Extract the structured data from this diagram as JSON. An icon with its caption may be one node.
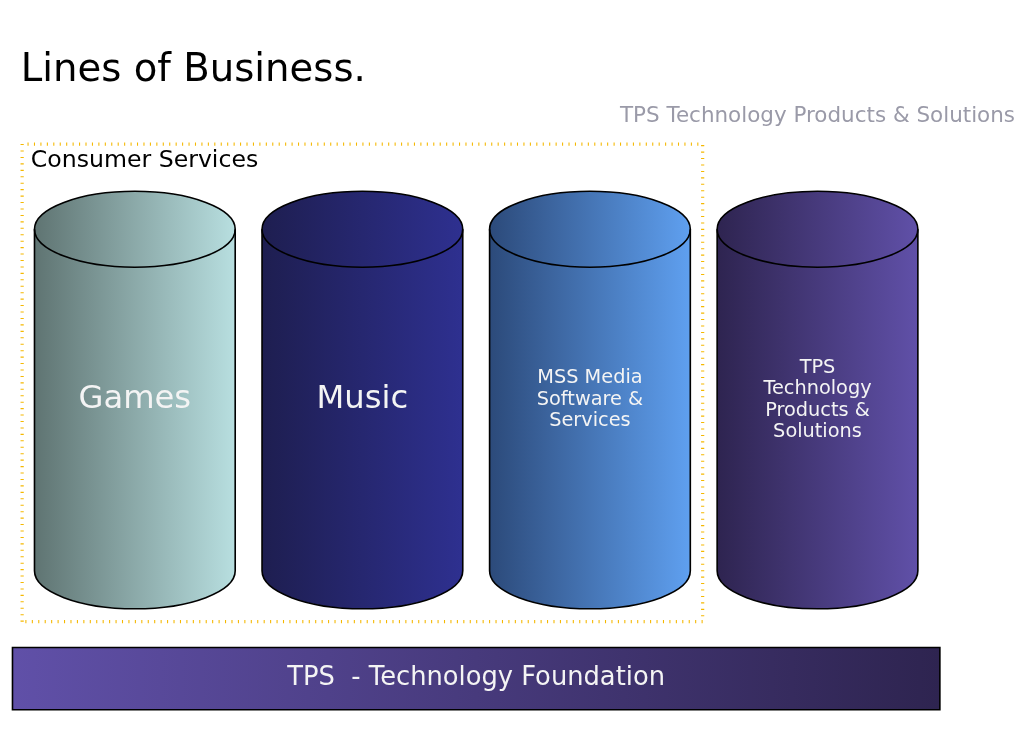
{
  "diagram": {
    "title": "Lines of Business.",
    "nodes": [
      {
        "text": [
          "Consumer Services"
        ]
      },
      {
        "text": [
          "Games"
        ],
        "in": 0
      },
      {
        "text": [
          "Music"
        ],
        "in": 0
      },
      {
        "text": [
          "MSS Media Software & Services"
        ],
        "in": 0
      },
      {
        "text": [
          "TPS Technology Products & Solutions"
        ]
      },
      {
        "text": [
          "TPS  - Technology Foundation"
        ]
      }
    ],
    "edges": [],
    "labels": [
      "TPS Technology Products & Solutions"
    ]
  }
}
